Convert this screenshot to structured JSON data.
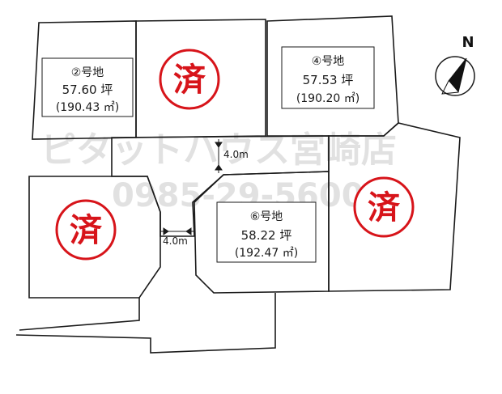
{
  "lots": [
    {
      "id": "lot-2",
      "number_label": "②号地",
      "tsubo": "57.60 坪",
      "sqm": "(190.43 ㎡)"
    },
    {
      "id": "lot-4",
      "number_label": "④号地",
      "tsubo": "57.53 坪",
      "sqm": "(190.20 ㎡)"
    },
    {
      "id": "lot-6",
      "number_label": "⑥号地",
      "tsubo": "58.22 坪",
      "sqm": "(192.47 ㎡)"
    }
  ],
  "sold_marks": [
    "済",
    "済",
    "済"
  ],
  "road_widths": [
    "4.0m",
    "4.0m"
  ],
  "watermark": {
    "company": "ピタットハウス宮崎店",
    "phone": "0985-29-5600"
  },
  "north": {
    "label": "N"
  },
  "colors": {
    "sold": "#d7141a",
    "line": "#1a1a1a",
    "watermark": "#c9c9c9"
  }
}
